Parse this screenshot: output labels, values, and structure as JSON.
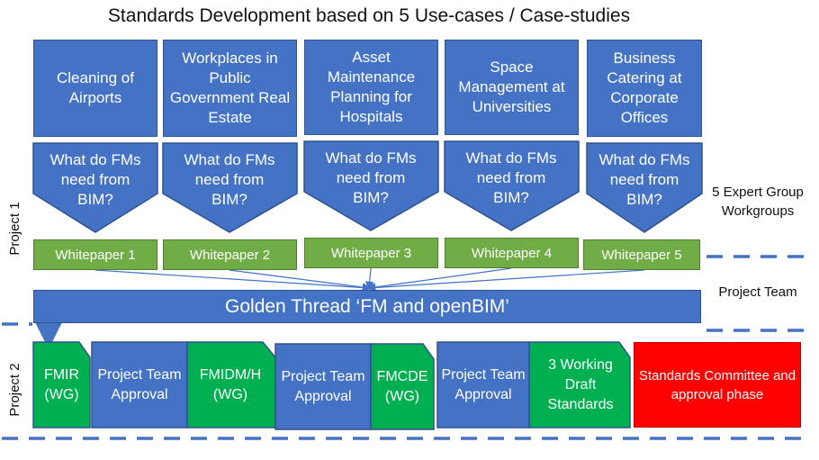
{
  "title": "Standards Development based on 5 Use-cases / Case-studies",
  "use_cases": [
    "Cleaning of Airports",
    "Workplaces in Public Government Real Estate",
    "Asset Maintenance Planning for Hospitals",
    "Space Management at Universities",
    "Business Catering at Corporate Offices"
  ],
  "question": "What do FMs need from BIM?",
  "whitepapers": [
    "Whitepaper 1",
    "Whitepaper 2",
    "Whitepaper 3",
    "Whitepaper 4",
    "Whitepaper 5"
  ],
  "side_labels": {
    "expert_groups": "5 Expert Group Workgroups",
    "project_team": "Project Team",
    "project1": "Project 1",
    "project2": "Project 2"
  },
  "golden_thread": "Golden Thread ‘FM and openBIM’",
  "process": {
    "fmir": "FMIR (WG)",
    "approval": "Project Team Approval",
    "fmidm": "FMIDM/H (WG)",
    "fmcde": "FMCDE (WG)",
    "drafts": "3 Working Draft Standards",
    "committee": "Standards Committee and approval phase"
  },
  "colors": {
    "blue": "#4472c4",
    "blue_border": "#2f528f",
    "green": "#70ad47",
    "step_green": "#00b050",
    "red": "#ff0000"
  }
}
